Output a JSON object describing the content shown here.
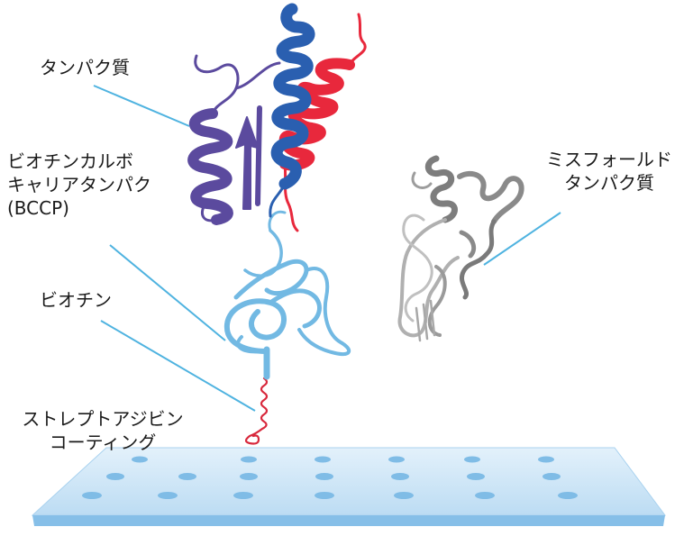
{
  "labels": {
    "protein": "タンパク質",
    "bccp_line1": "ビオチンカルボ",
    "bccp_line2": "キャリアタンパク",
    "bccp_line3": "(BCCP)",
    "biotin": "ビオチン",
    "streptavidin_line1": "ストレプトアジビン",
    "streptavidin_line2": "コーティング",
    "misfolded_line1": "ミスフォールド",
    "misfolded_line2": "タンパク質"
  },
  "colors": {
    "label_text": "#1a1a1a",
    "leader_line": "#4fb3e0",
    "helix_purple": "#5b4a9e",
    "helix_blue": "#2a5fb0",
    "helix_red": "#e8283c",
    "bccp_blue": "#72b9e3",
    "biotin_red": "#d8283c",
    "misfolded_gray": "#8a8a8a",
    "surface_top": "#cfe6f7",
    "surface_front": "#8fc4ea",
    "surface_spot": "#7fbce6"
  }
}
